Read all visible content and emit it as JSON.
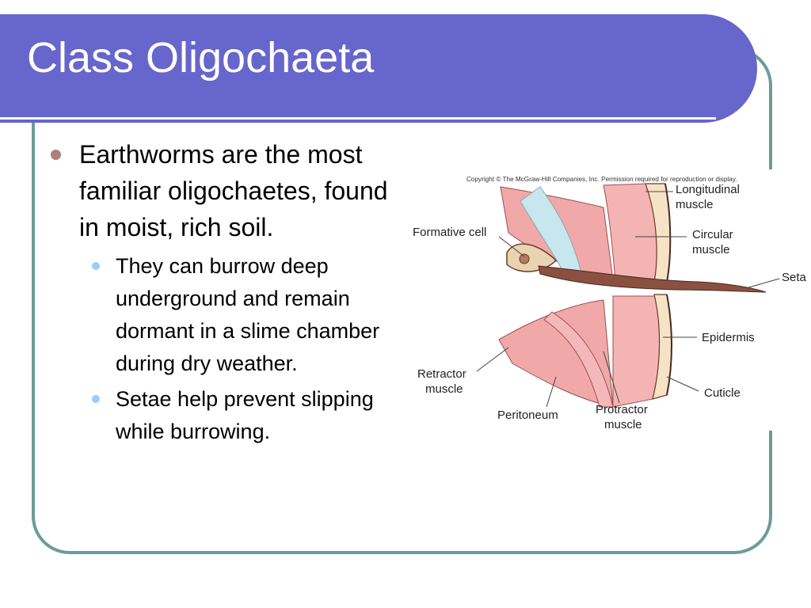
{
  "slide": {
    "title": "Class Oligochaeta",
    "bullets": [
      {
        "text": "Earthworms are the most familiar oligochaetes, found in moist, rich soil.",
        "sub": [
          "They can burrow deep underground and remain dormant in a slime chamber during dry weather.",
          "Setae help prevent slipping while burrowing."
        ]
      }
    ]
  },
  "figure": {
    "copyright": "Copyright © The McGraw-Hill Companies, Inc. Permission required for reproduction or display.",
    "labels": {
      "longitudinal_1": "Longitudinal",
      "longitudinal_2": "muscle",
      "circular_1": "Circular",
      "circular_2": "muscle",
      "formative_cell": "Formative cell",
      "seta": "Seta",
      "epidermis": "Epidermis",
      "retractor_1": "Retractor",
      "retractor_2": "muscle",
      "cuticle": "Cuticle",
      "peritoneum": "Peritoneum",
      "protractor_1": "Protractor",
      "protractor_2": "muscle"
    }
  },
  "colors": {
    "title_bar": "#6666cc",
    "frame": "#6a9c9a",
    "bullet_l1": "#b07e7e",
    "bullet_l2": "#99ccff",
    "muscle": "#f0a8a8",
    "seta": "#8a5040"
  }
}
